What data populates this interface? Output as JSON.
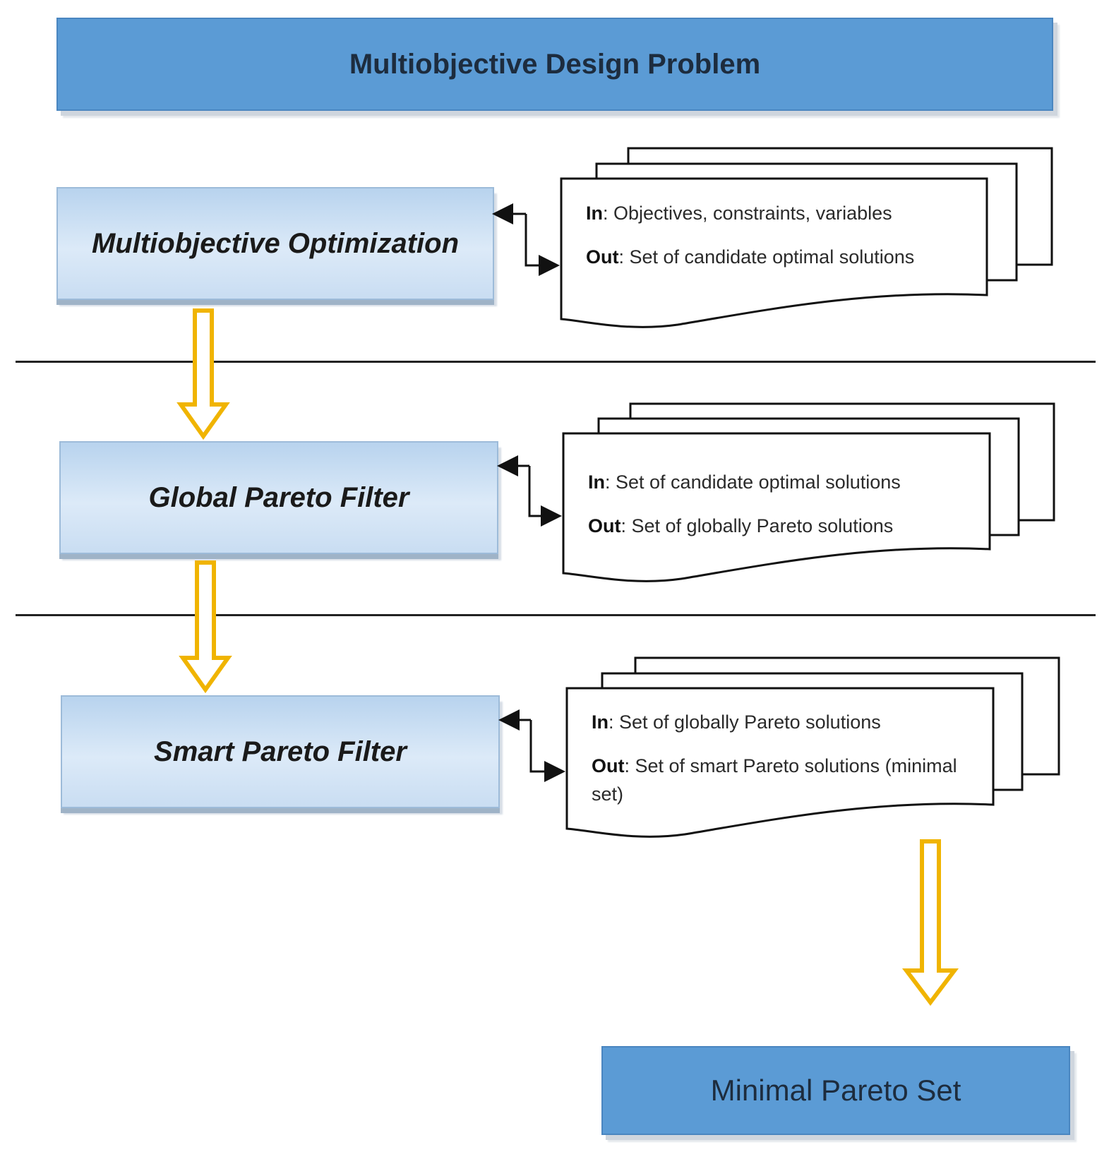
{
  "header": {
    "title": "Multiobjective Design Problem"
  },
  "stages": [
    {
      "name": "Multiobjective Optimization",
      "in_label": "In",
      "in_text": ": Objectives, constraints, variables",
      "out_label": "Out",
      "out_text": ": Set of candidate optimal solutions"
    },
    {
      "name": "Global Pareto Filter",
      "in_label": "In",
      "in_text": ": Set of candidate optimal solutions",
      "out_label": "Out",
      "out_text": ": Set of globally Pareto solutions"
    },
    {
      "name": "Smart Pareto Filter",
      "in_label": "In",
      "in_text": ": Set of globally Pareto solutions",
      "out_label": "Out",
      "out_text": ": Set of smart Pareto solutions (minimal set)"
    }
  ],
  "result": {
    "title": "Minimal Pareto Set"
  },
  "colors": {
    "banner": "#5b9bd5",
    "process_gradient_top": "#b8d3ee",
    "flow_arrow": "#f0b400"
  }
}
